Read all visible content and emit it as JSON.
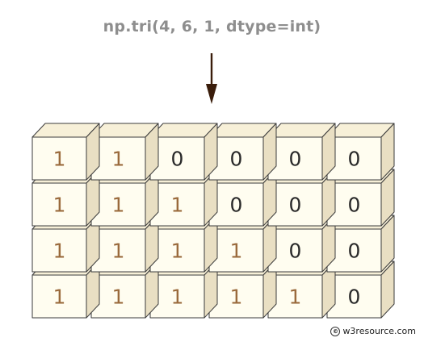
{
  "title": "np.tri(4, 6, 1, dtype=int)",
  "matrix": [
    [
      "1",
      "1",
      "0",
      "0",
      "0",
      "0"
    ],
    [
      "1",
      "1",
      "1",
      "0",
      "0",
      "0"
    ],
    [
      "1",
      "1",
      "1",
      "1",
      "0",
      "0"
    ],
    [
      "1",
      "1",
      "1",
      "1",
      "1",
      "0"
    ]
  ],
  "colors": {
    "one_digit": "#9a6a3c",
    "zero_digit": "#2a2a2a",
    "cube_front": "#fffdf0",
    "cube_top": "#f7f0d8",
    "cube_side": "#e9dfc3",
    "cube_stroke": "#3b3b3b",
    "arrow": "#3a1d0b"
  },
  "credit": {
    "icon": "copyright-icon",
    "icon_glyph": "©",
    "text": "w3resource.com"
  }
}
